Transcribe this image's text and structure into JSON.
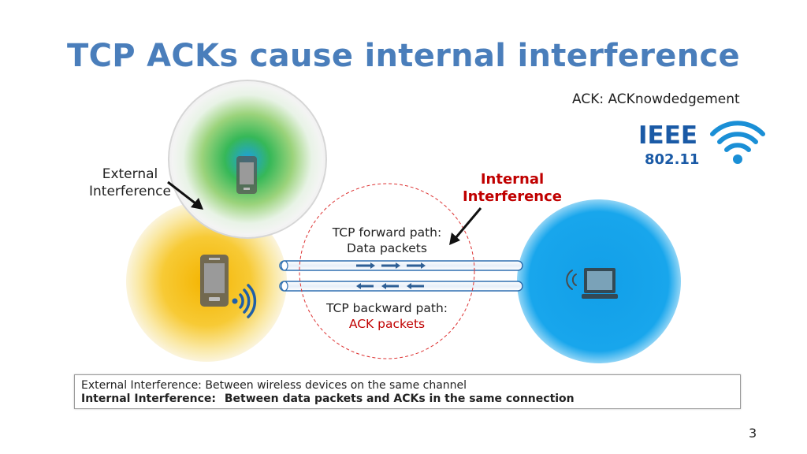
{
  "slide": {
    "title": "TCP ACKs cause internal interference",
    "ack_definition": "ACK: ACKnowdedgement",
    "page_number": "3"
  },
  "logo": {
    "line1": "IEEE",
    "line2": "802.11",
    "color": "#1a5aa6"
  },
  "labels": {
    "external_interference": [
      "External",
      "Interference"
    ],
    "internal_interference": [
      "Internal",
      "Interference"
    ],
    "forward_path": [
      "TCP forward path:",
      "Data packets"
    ],
    "backward_path": [
      "TCP backward path:",
      "ACK packets"
    ]
  },
  "legend": {
    "external_term": "External Interference:",
    "external_desc": "Between wireless devices on the same channel",
    "internal_term": "Internal Interference:",
    "internal_desc": "Between data packets and ACKs in the same connection"
  },
  "colors": {
    "title": "#4a7ebb",
    "accent_red": "#c00000",
    "green_cell": "#3cb44b",
    "yellow_cell": "#f6c619",
    "blue_cell": "#1aa3ea"
  },
  "icons": [
    "phone-icon",
    "wifi-signal-icon",
    "laptop-icon",
    "arrow-icon"
  ]
}
